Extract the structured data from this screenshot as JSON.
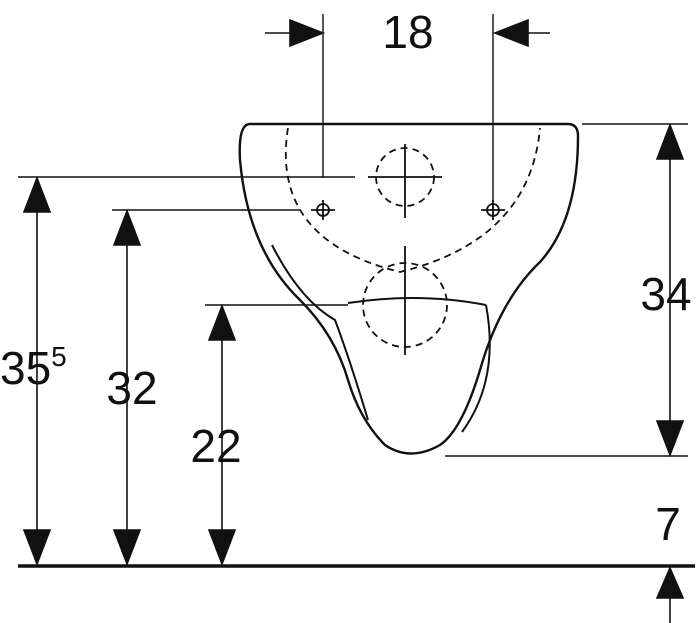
{
  "dimensions": {
    "width_top": "18",
    "height_total": "34",
    "height_outlet": "22",
    "height_lower_fix": "32",
    "height_upper_fix_main": "35",
    "height_upper_fix_sup": "5",
    "floor_offset": "7"
  },
  "colors": {
    "line": "#111111",
    "background": "#ffffff"
  }
}
